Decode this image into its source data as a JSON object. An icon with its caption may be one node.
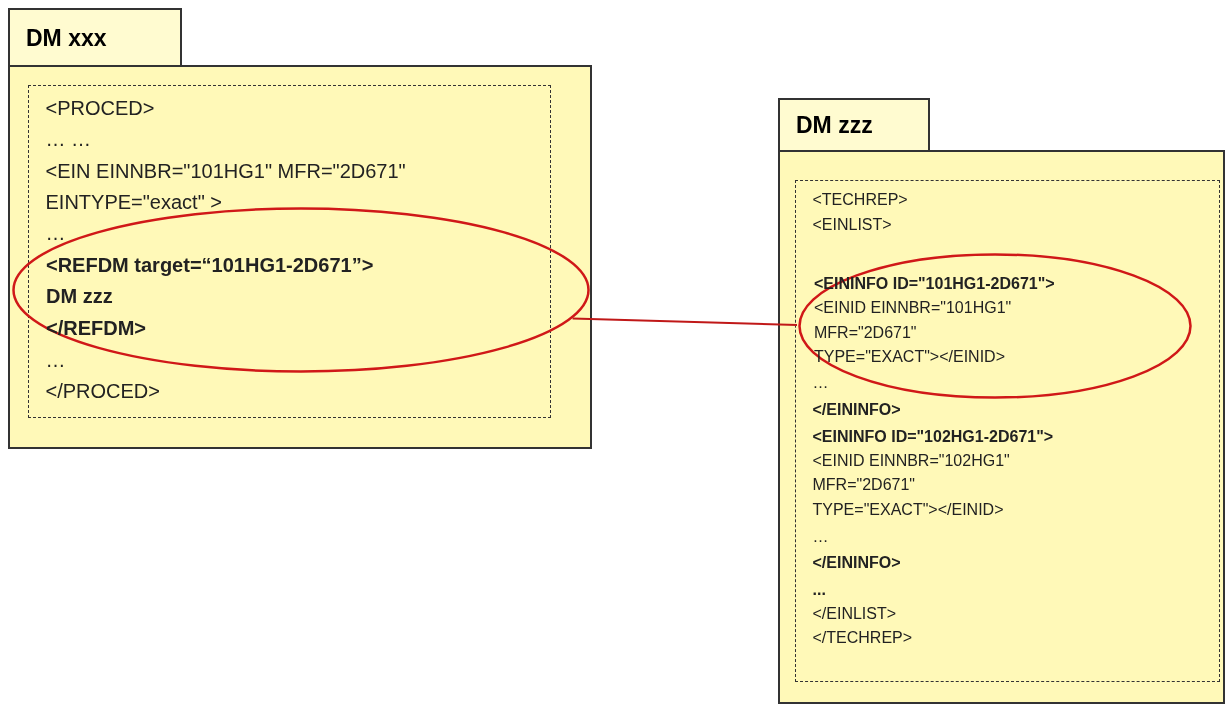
{
  "diagram": {
    "nodes": [
      {
        "text": [
          "DM xxx"
        ]
      },
      {
        "text": [
          "<PROCED>",
          "… …",
          "<EIN EINNBR=\"101HG1\" MFR=\"2D671\" EINTYPE=\"exact\" >",
          "…",
          "…",
          "</PROCED>"
        ],
        "in": 0
      },
      {
        "text": [
          "<REFDM target=“101HG1-2D671”>",
          "DM zzz",
          "</REFDM>"
        ],
        "in": 0
      },
      {
        "text": [
          "DM zzz"
        ]
      },
      {
        "text": [
          "<TECHREP>",
          "<EINLIST>",
          "…",
          "</EININFO>",
          "<EININFO ID=\"102HG1-2D671\">",
          "<EINID EINNBR=\"102HG1\" MFR=\"2D671\" TYPE=\"EXACT\"></EINID>",
          "…",
          "</EININFO>",
          "...",
          "</EINLIST>",
          "</TECHREP>"
        ],
        "in": 3
      },
      {
        "text": [
          "<EININFO ID=\"101HG1-2D671\">",
          "<EINID EINNBR=\"101HG1\" MFR=\"2D671\" TYPE=\"EXACT\"></EINID>"
        ],
        "in": 4
      }
    ],
    "edges": [
      {
        "from": 2,
        "to": 5,
        "arrow": "none"
      }
    ]
  }
}
